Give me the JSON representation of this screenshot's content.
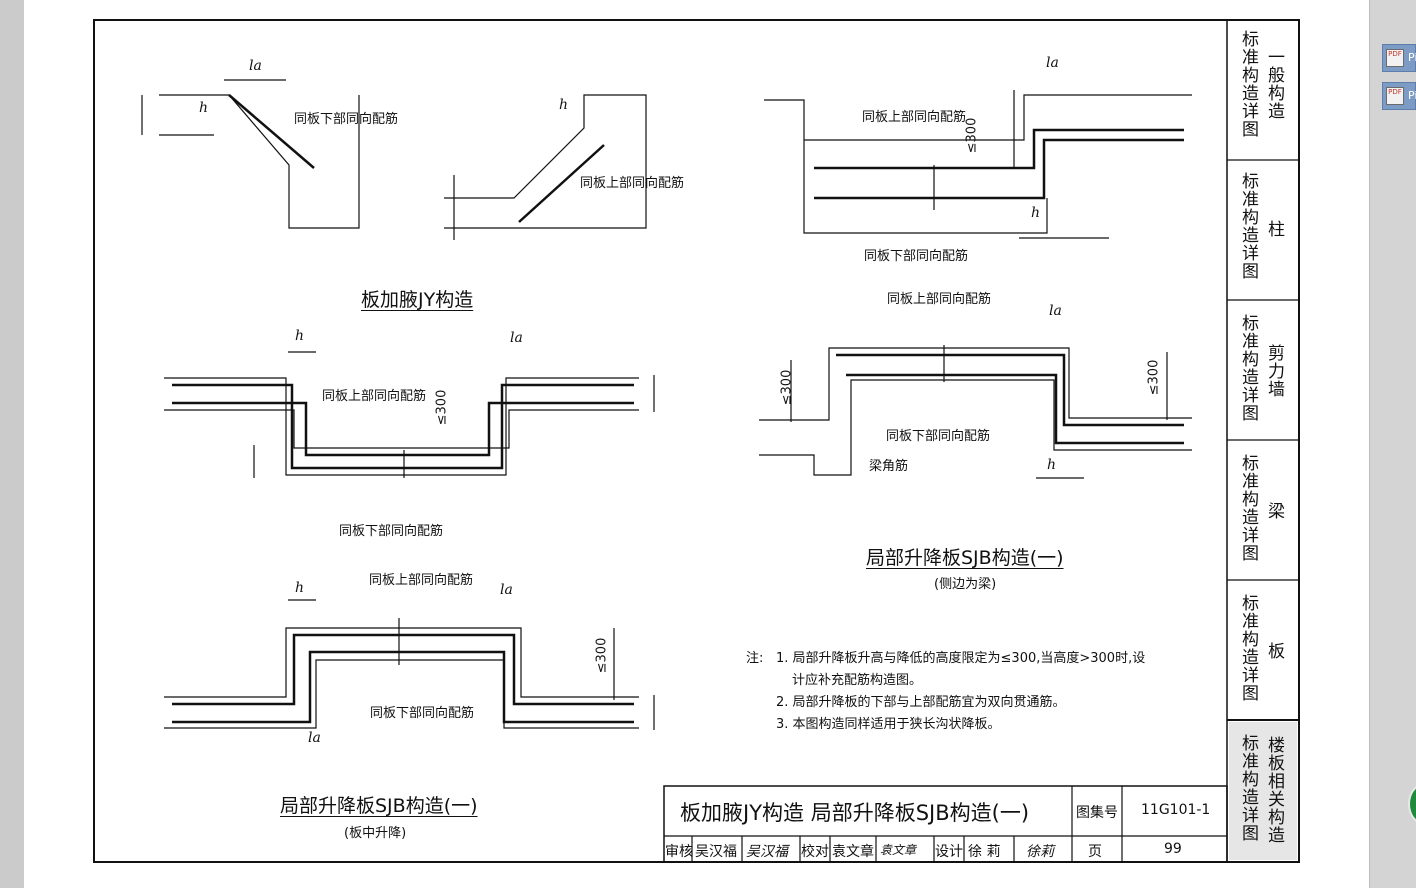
{
  "rail": {
    "items": [
      {
        "label": "Pi"
      },
      {
        "label": "Pi"
      }
    ]
  },
  "drawing": {
    "top_left": {
      "title": "板加腋JY构造",
      "label_bottom_bar": "同板下部同向配筋",
      "label_top_bar": "同板上部同向配筋"
    },
    "top_right": {
      "label_top": "同板上部同向配筋",
      "label_bottom": "同板下部同向配筋",
      "limit": "≤300"
    },
    "mid_left": {
      "label_top": "同板上部同向配筋",
      "label_bottom": "同板下部同向配筋",
      "limit": "≤300"
    },
    "mid_right": {
      "label_top": "同板上部同向配筋",
      "label_bottom": "同板下部同向配筋",
      "label_beam": "梁角筋",
      "limit_left": "≤300",
      "limit_right": "≤300",
      "title": "局部升降板SJB构造(一)",
      "subtitle": "(侧边为梁)"
    },
    "bottom_left": {
      "label_top": "同板上部同向配筋",
      "label_bottom": "同板下部同向配筋",
      "limit": "≤300",
      "title": "局部升降板SJB构造(一)",
      "subtitle": "(板中升降)"
    },
    "symbols": {
      "h": "h",
      "la": "la"
    },
    "notes": {
      "prefix": "注:",
      "line1": "1. 局部升降板升高与降低的高度限定为≤300,当高度>300时,设",
      "line1b": "计应补充配筋构造图。",
      "line2": "2. 局部升降板的下部与上部配筋宜为双向贯通筋。",
      "line3": "3. 本图构造同样适用于狭长沟状降板。"
    }
  },
  "side_tabs": [
    {
      "a": "标准构造详图",
      "b": "一般构造"
    },
    {
      "a": "标准构造详图",
      "b": "柱"
    },
    {
      "a": "标准构造详图",
      "b": "剪力墙"
    },
    {
      "a": "标准构造详图",
      "b": "梁"
    },
    {
      "a": "标准构造详图",
      "b": "板"
    },
    {
      "a": "标准构造详图",
      "b": "楼板相关构造"
    }
  ],
  "title_block": {
    "title": "板加腋JY构造 局部升降板SJB构造(一)",
    "atlas_label": "图集号",
    "atlas_no": "11G101-1",
    "review_label": "审核",
    "reviewer": "吴汉福",
    "reviewer_sig": "吴汉福",
    "check_label": "校对",
    "checker": "袁文章",
    "checker_sig": "袁文章",
    "design_label": "设计",
    "designer": "徐 莉",
    "designer_sig": "徐莉",
    "page_label": "页",
    "page_no": "99"
  }
}
